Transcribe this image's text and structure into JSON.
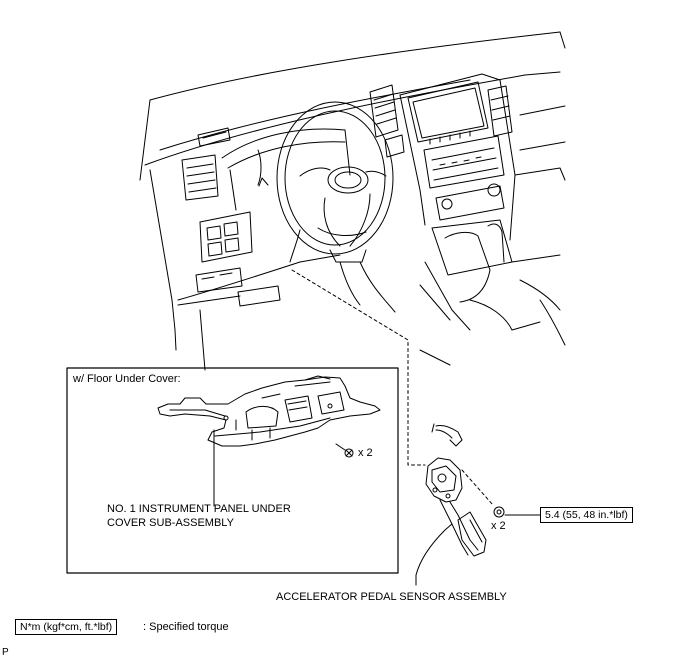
{
  "inset": {
    "title": "w/ Floor Under Cover:",
    "cover_label_line1": "NO. 1 INSTRUMENT PANEL UNDER",
    "cover_label_line2": "COVER SUB-ASSEMBLY",
    "inset_qty": "x 2"
  },
  "pedal": {
    "label": "ACCELERATOR PEDAL SENSOR ASSEMBLY",
    "nut_qty": "x 2",
    "torque_value": "5.4 (55, 48 in.*lbf)"
  },
  "legend": {
    "unit_box": "N*m (kgf*cm, ft.*lbf)",
    "unit_desc": ": Specified torque"
  },
  "corner_mark": "P",
  "colors": {
    "line": "#000000",
    "background": "#ffffff"
  }
}
